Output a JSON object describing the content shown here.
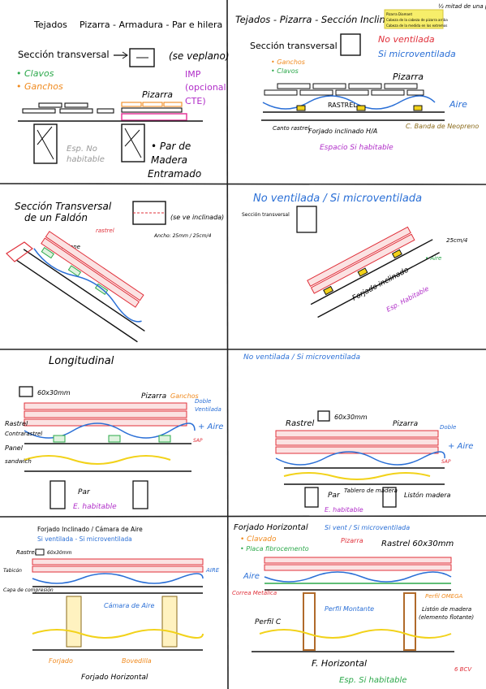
{
  "colors": {
    "ink": "#111111",
    "red": "#e0303a",
    "blue": "#2a6fd6",
    "green": "#2ba84a",
    "orange": "#f08a1e",
    "purple": "#b02dc8",
    "yellow": "#f2d21a",
    "pink": "#e5389a"
  },
  "p1": {
    "title": "Tejados",
    "subtitle": "Pizarra - Armadura - Par e hilera",
    "section": "Sección transversal",
    "se_replanea": "(se veplano)",
    "clavos": "• Clavos",
    "ganchos": "• Ganchos",
    "imp": "IMP",
    "imp2": "(opcional",
    "imp3": "CTE)",
    "pizarra": "Pizarra",
    "esp1": "Esp. No",
    "esp2": "habitable",
    "par1": "• Par de",
    "par2": "Madera",
    "par3": "Entramado"
  },
  "p2": {
    "title": "Tejados - Pizarra - Sección Inclinada",
    "section": "Sección transversal",
    "noventilada": "No ventilada",
    "siventilada": "Si microventilada",
    "ganchos": "• Ganchos",
    "clavos": "• Clavos",
    "pizarra": "Pizarra",
    "rastrel": "RASTREL",
    "aire": "Aire",
    "cantorastrel": "Canto rastrel",
    "forjado": "Forjado inclinado H/A",
    "banda": "C. Banda de Neopreno",
    "espacio": "Espacio Si habitable",
    "mitad": "½ mitad de una pizarra",
    "note1": "Pizarra Diamant",
    "note2": "Cabeza de la cabeza de pizarra arriba",
    "note3": "Cabeza de la medida en los extremos"
  },
  "p3": {
    "title": "Sección Transversal",
    "title2": "de un Faldón",
    "se": "(se ve inclinada)",
    "solape": "solape",
    "rastrel": "rastrel",
    "ancho": "Ancho: 25mm / 25cm/4"
  },
  "p4": {
    "title": "No ventilada / Si microventilada",
    "section": "Sección transversal",
    "pendiente": "25cm/4",
    "aire": "• Aire",
    "forjado": "Forjado inclinado",
    "esp": "Esp. Habitable"
  },
  "p5": {
    "title": "Longitudinal",
    "medida": "60x30mm",
    "pizarra": "Pizarra",
    "ganchos": "Ganchos",
    "rastrel": "Rastrel",
    "contrarastrel": "Contrarastrel",
    "panel": "Panel",
    "sandwich": "sandwich",
    "aire": "+ Aire",
    "doble": "Doble",
    "ventilada": "Ventilada",
    "par": "Par",
    "esp": "E. habitable",
    "sap": "SAP"
  },
  "p6": {
    "title": "No ventilada / Si microventilada",
    "rastrel": "Rastrel",
    "medida": "60x30mm",
    "pizarra": "Pizarra",
    "doble": "Doble",
    "aire": "+ Aire",
    "sap": "SAP",
    "tablero": "Tablero de madera",
    "par": "Par",
    "liston": "Listón madera",
    "esp": "E. habitable"
  },
  "p7": {
    "title": "Forjado Inclinado / Cámara de Aire",
    "subtitle": "Si ventilada - Si microventilada",
    "rastrel": "Rastrel",
    "medida": "60x30mm",
    "camara": "Cámara de Aire",
    "forjado": "Forjado Horizontal",
    "aire": "AIRE",
    "tabicon": "Tabicón",
    "capa": "Capa de compresión",
    "forjado2": "Forjado",
    "bovedilla": "Bovedilla"
  },
  "p8": {
    "title": "Forjado Horizontal",
    "subtitle": "Si vent / Si microventilada",
    "clavado": "• Clavado",
    "placa": "• Placa fibrocemento",
    "pizarra": "Pizarra",
    "rastrel": "Rastrel 60x30mm",
    "aire": "Aire",
    "correa": "Correa Metálica",
    "perfil": "Perfil C",
    "omega": "Perfil OMEGA",
    "montante": "Perfil Montante",
    "liston": "Listón de madera",
    "elemento": "(elemento flotante)",
    "horizontal": "F. Horizontal",
    "esp": "Esp. Si habitable",
    "bcv": "6 BCV"
  }
}
